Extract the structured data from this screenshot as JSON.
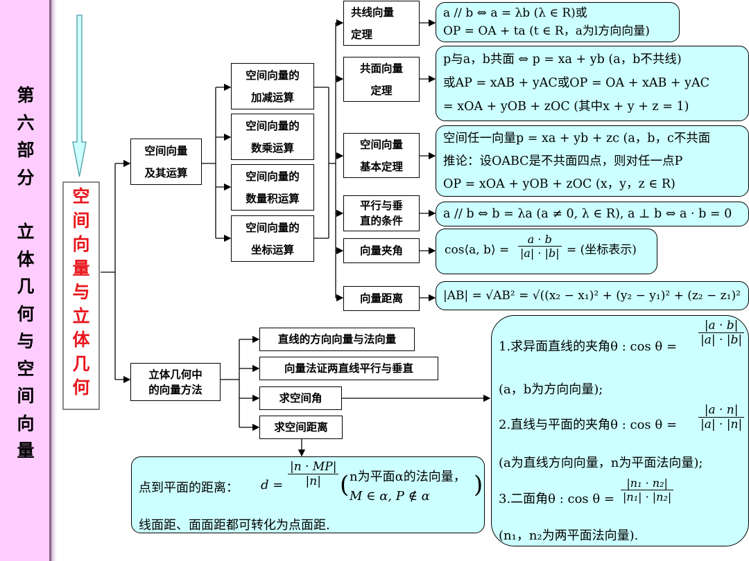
{
  "sidebar": {
    "chars": [
      "第",
      "六",
      "部",
      "分",
      "",
      "立",
      "体",
      "几",
      "何",
      "与",
      "空",
      "间",
      "向",
      "量"
    ]
  },
  "main_topic": {
    "chars": [
      "空",
      "间",
      "向",
      "量",
      "与",
      "立",
      "体",
      "几",
      "何"
    ]
  },
  "level1": {
    "ops": {
      "line1": "空间向量",
      "line2": "及其运算"
    },
    "method": {
      "line1": "立体几何中",
      "line2": "的向量方法"
    }
  },
  "level2": [
    {
      "line1": "空间向量的",
      "line2": "加减运算"
    },
    {
      "line1": "空间向量的",
      "line2": "数乘运算"
    },
    {
      "line1": "空间向量的",
      "line2": "数量积运算"
    },
    {
      "line1": "空间向量的",
      "line2": "坐标运算"
    }
  ],
  "theorems": [
    {
      "line1": "共线向量",
      "line2": "定理"
    },
    {
      "line1": "共面向量",
      "line2": "定理"
    },
    {
      "line1": "空间向量",
      "line2": "基本定理"
    },
    {
      "line1": "平行与垂",
      "line2": "直的条件"
    },
    {
      "line1": "向量夹角",
      "line2": ""
    },
    {
      "line1": "向量距离",
      "line2": ""
    }
  ],
  "formulas": {
    "collinear": [
      "a // b ⇔ a = λb (λ ∈ R)或",
      "OP = OA + ta (t ∈ R，a为l方向向量)"
    ],
    "coplanar": [
      "p与a，b共面 ⇔ p = xa + yb (a，b不共线)",
      "或AP = xAB + yAC或OP = OA + xAB + yAC",
      "= xOA + yOB + zOC (其中x + y + z = 1)"
    ],
    "basis": [
      "空间任一向量p = xa + yb + zc (a，b，c不共面",
      "推论：设OABC是不共面四点，则对任一点P",
      "OP = xOA + yOB + zOC (x，y，z ∈ R)"
    ],
    "parallel": [
      "a // b ⇔ b = λa (a ≠ 0, λ ∈ R), a ⊥ b ⇔ a · b = 0"
    ],
    "angle": {
      "left": "cos⟨a, b⟩ =",
      "num": "a · b",
      "den": "|a| · |b|",
      "right": "= (坐标表示)"
    },
    "distance": [
      "|AB| = √AB² = √((x₂ − x₁)² + (y₂ − y₁)² + (z₂ − z₁)²"
    ]
  },
  "methods": [
    "直线的方向向量与法向量",
    "向量法证两直线平行与垂直",
    "求空间角",
    "求空间距离"
  ],
  "angles_box": {
    "l1_left": "1.求异面直线的夹角θ : cos θ =",
    "l1_num": "|a · b|",
    "l1_den": "|a| · |b|",
    "l2": "(a，b为方向向量);",
    "l3_left": "2.直线与平面的夹角θ : cos θ =",
    "l3_num": "|a · n|",
    "l3_den": "|a| · |n|",
    "l4": "(a为直线方向向量，n为平面法向量);",
    "l5_left": "3.二面角θ : cos θ =",
    "l5_num": "|n₁ · n₂|",
    "l5_den": "|n₁| · |n₂|",
    "l6": "(n₁，n₂为两平面法向量)."
  },
  "distance_box": {
    "label": "点到平面的距离：",
    "d_eq": "d =",
    "num": "|n · MP|",
    "den": "|n|",
    "cond1": "n为平面α的法向量，",
    "cond2": "M ∈ α, P ∉ α",
    "line2": "线面距、面面距都可转化为点面距."
  }
}
